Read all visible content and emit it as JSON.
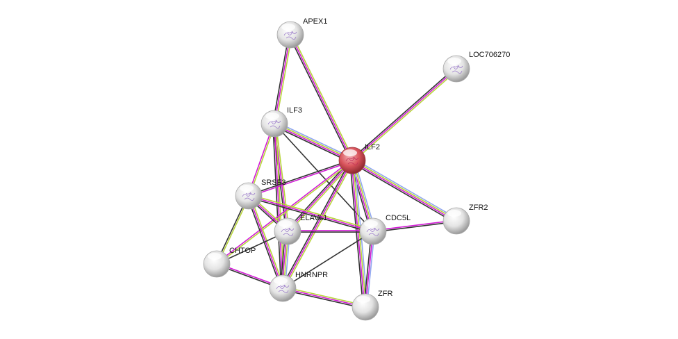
{
  "colors": {
    "experiments": "#d21bd6",
    "textmining": "#b7d43a",
    "coexpression": "#333333",
    "databases": "#8fa6f0",
    "query_node": "#d9545c",
    "node": "#e8e8e8"
  },
  "nodes": [
    {
      "id": "APEX1",
      "label": "APEX1",
      "query": false,
      "structure": true
    },
    {
      "id": "LOC706270",
      "label": "LOC706270",
      "query": false,
      "structure": true
    },
    {
      "id": "ILF3",
      "label": "ILF3",
      "query": false,
      "structure": true
    },
    {
      "id": "ILF2",
      "label": "ILF2",
      "query": true,
      "structure": true
    },
    {
      "id": "SRSF3",
      "label": "SRSF3",
      "query": false,
      "structure": true
    },
    {
      "id": "ELAVL1",
      "label": "ELAVL1",
      "query": false,
      "structure": true
    },
    {
      "id": "CDC5L",
      "label": "CDC5L",
      "query": false,
      "structure": true
    },
    {
      "id": "ZFR2",
      "label": "ZFR2",
      "query": false,
      "structure": false
    },
    {
      "id": "CHTOP",
      "label": "CHTOP",
      "query": false,
      "structure": false
    },
    {
      "id": "HNRNPR",
      "label": "HNRNPR",
      "query": false,
      "structure": true
    },
    {
      "id": "ZFR",
      "label": "ZFR",
      "query": false,
      "structure": false
    }
  ],
  "edges": [
    {
      "from": "APEX1",
      "to": "ILF3",
      "types": [
        "textmining",
        "experiments",
        "coexpression"
      ]
    },
    {
      "from": "APEX1",
      "to": "ILF2",
      "types": [
        "textmining",
        "experiments",
        "coexpression"
      ]
    },
    {
      "from": "LOC706270",
      "to": "ILF2",
      "types": [
        "textmining",
        "experiments",
        "coexpression"
      ]
    },
    {
      "from": "ILF3",
      "to": "ILF2",
      "types": [
        "databases",
        "textmining",
        "experiments",
        "coexpression"
      ]
    },
    {
      "from": "ILF3",
      "to": "SRSF3",
      "types": [
        "textmining",
        "experiments"
      ]
    },
    {
      "from": "ILF3",
      "to": "ELAVL1",
      "types": [
        "textmining",
        "experiments",
        "coexpression"
      ]
    },
    {
      "from": "ILF3",
      "to": "HNRNPR",
      "types": [
        "textmining",
        "experiments",
        "coexpression"
      ]
    },
    {
      "from": "ILF3",
      "to": "CDC5L",
      "types": [
        "coexpression"
      ]
    },
    {
      "from": "ILF2",
      "to": "SRSF3",
      "types": [
        "experiments",
        "coexpression"
      ]
    },
    {
      "from": "ILF2",
      "to": "ELAVL1",
      "types": [
        "textmining",
        "experiments",
        "coexpression"
      ]
    },
    {
      "from": "ILF2",
      "to": "CDC5L",
      "types": [
        "databases",
        "textmining",
        "experiments",
        "coexpression"
      ]
    },
    {
      "from": "ILF2",
      "to": "ZFR2",
      "types": [
        "databases",
        "textmining",
        "experiments",
        "coexpression"
      ]
    },
    {
      "from": "ILF2",
      "to": "ZFR",
      "types": [
        "databases",
        "textmining",
        "experiments",
        "coexpression"
      ]
    },
    {
      "from": "ILF2",
      "to": "HNRNPR",
      "types": [
        "textmining",
        "experiments",
        "coexpression"
      ]
    },
    {
      "from": "ILF2",
      "to": "CHTOP",
      "types": [
        "textmining",
        "experiments"
      ]
    },
    {
      "from": "SRSF3",
      "to": "ELAVL1",
      "types": [
        "textmining",
        "experiments",
        "coexpression"
      ]
    },
    {
      "from": "SRSF3",
      "to": "CDC5L",
      "types": [
        "textmining",
        "experiments",
        "coexpression"
      ]
    },
    {
      "from": "SRSF3",
      "to": "HNRNPR",
      "types": [
        "textmining",
        "experiments",
        "coexpression"
      ]
    },
    {
      "from": "SRSF3",
      "to": "CHTOP",
      "types": [
        "textmining",
        "coexpression"
      ]
    },
    {
      "from": "ELAVL1",
      "to": "CDC5L",
      "types": [
        "experiments",
        "coexpression"
      ]
    },
    {
      "from": "ELAVL1",
      "to": "HNRNPR",
      "types": [
        "databases",
        "textmining",
        "experiments",
        "coexpression"
      ]
    },
    {
      "from": "ELAVL1",
      "to": "CHTOP",
      "types": [
        "coexpression"
      ]
    },
    {
      "from": "CDC5L",
      "to": "ZFR2",
      "types": [
        "experiments",
        "coexpression"
      ]
    },
    {
      "from": "CDC5L",
      "to": "ZFR",
      "types": [
        "databases",
        "experiments",
        "coexpression"
      ]
    },
    {
      "from": "CDC5L",
      "to": "HNRNPR",
      "types": [
        "coexpression"
      ]
    },
    {
      "from": "HNRNPR",
      "to": "ZFR",
      "types": [
        "textmining",
        "experiments",
        "coexpression"
      ]
    },
    {
      "from": "CHTOP",
      "to": "HNRNPR",
      "types": [
        "experiments",
        "coexpression"
      ]
    }
  ]
}
